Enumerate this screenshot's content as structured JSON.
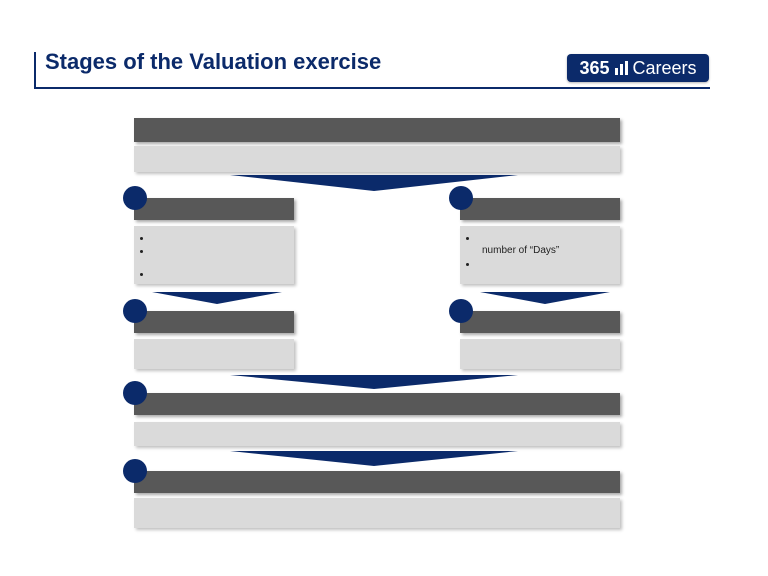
{
  "header": {
    "title": "Stages of the Valuation exercise"
  },
  "logo": {
    "number": "365",
    "name": "Careers",
    "brand_color": "#0b2a6a"
  },
  "diagram": {
    "right_stage_1_bullet_2": "number of “Days”",
    "colors": {
      "header_box": "#585858",
      "content_box": "#dadada",
      "marker": "#0b2a6a",
      "arrow": "#0b2a6a"
    }
  }
}
